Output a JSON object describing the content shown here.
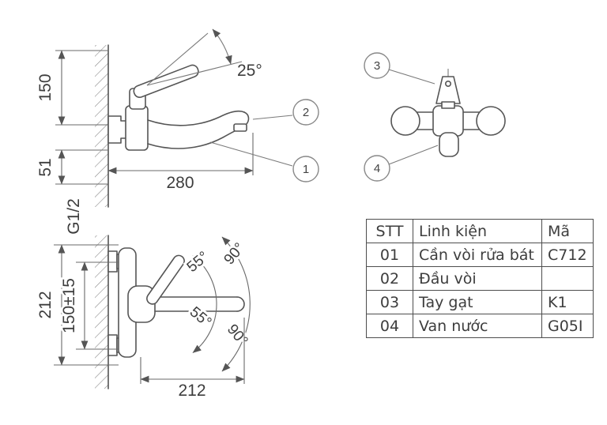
{
  "side_view": {
    "dim_height": "150",
    "dim_lower": "51",
    "dim_reach": "280",
    "angle_handle": "25°",
    "thread": "G1/2"
  },
  "top_view": {
    "dim_height": "212",
    "dim_centers": "150±15",
    "dim_reach": "212",
    "angle_55_upper": "55°",
    "angle_55_lower": "55°",
    "angle_90_upper": "90°",
    "angle_90_lower": "90°"
  },
  "callouts": {
    "c1": "1",
    "c2": "2",
    "c3": "3",
    "c4": "4"
  },
  "parts_table": {
    "headers": {
      "stt": "STT",
      "part": "Linh kiện",
      "code": "Mã"
    },
    "rows": [
      {
        "stt": "01",
        "part": "Cần vòi rửa bát",
        "code": "C712"
      },
      {
        "stt": "02",
        "part": "Đầu vòi",
        "code": ""
      },
      {
        "stt": "03",
        "part": "Tay gạt",
        "code": "K1"
      },
      {
        "stt": "04",
        "part": "Van nước",
        "code": "G05I"
      }
    ]
  },
  "colors": {
    "line": "#555555",
    "text": "#3d3d3d"
  }
}
